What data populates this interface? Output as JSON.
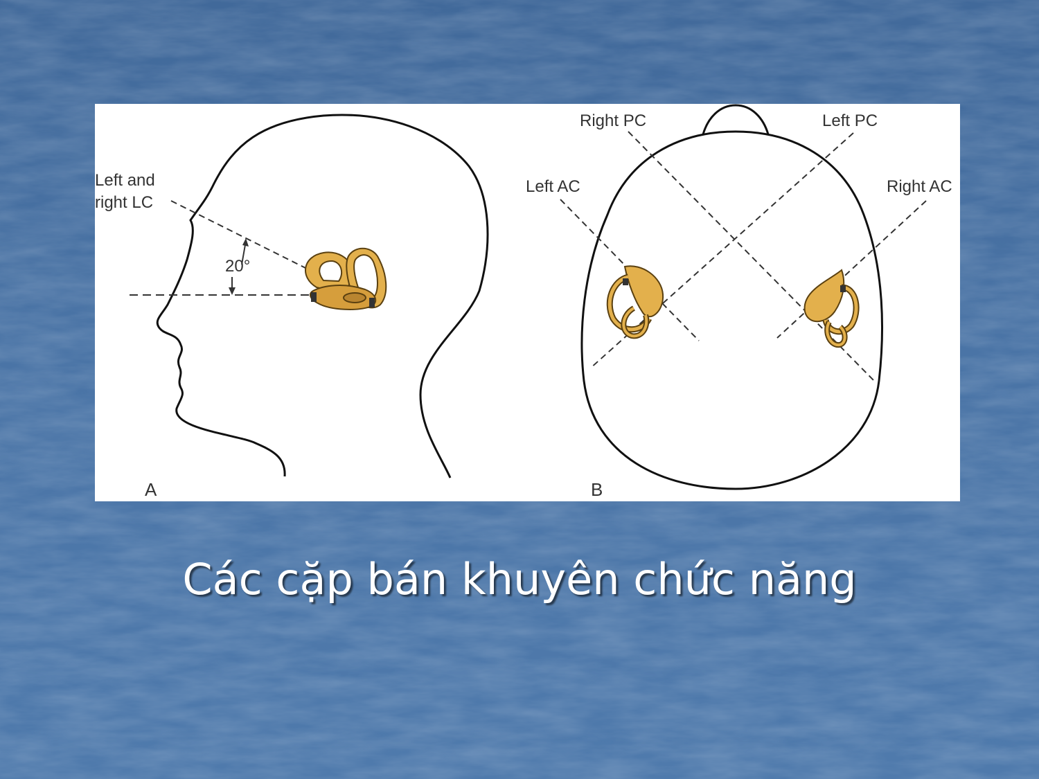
{
  "slide": {
    "caption": "Các cặp bán khuyên chức năng",
    "background_color": "#4a72a4"
  },
  "figure": {
    "panel_a": {
      "letter": "A",
      "label_lc_line1": "Left and",
      "label_lc_line2": "right LC",
      "angle_label": "20°"
    },
    "panel_b": {
      "letter": "B",
      "label_right_pc": "Right PC",
      "label_left_pc": "Left PC",
      "label_left_ac": "Left AC",
      "label_right_ac": "Right AC"
    },
    "canal_color": "#d9a94a"
  }
}
